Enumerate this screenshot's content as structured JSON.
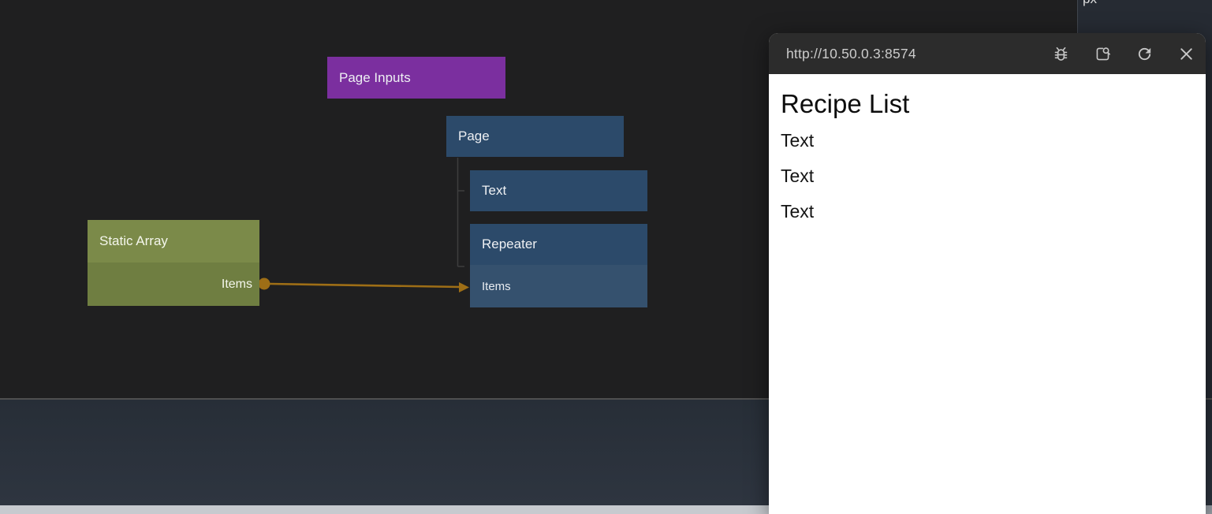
{
  "editor": {
    "nodes": {
      "page_inputs": {
        "label": "Page Inputs"
      },
      "page": {
        "label": "Page"
      },
      "text": {
        "label": "Text"
      },
      "repeater": {
        "label": "Repeater",
        "port_label": "Items"
      },
      "static_array": {
        "label": "Static Array",
        "port_label": "Items"
      }
    },
    "colors": {
      "canvas_bg": "#1f1f20",
      "purple_node": "#7b2f9f",
      "blue_node": "#2c4a6a",
      "blue_port_row": "#35516e",
      "olive_header": "#7b8a49",
      "olive_body": "#6f7e41",
      "wire": "#9e6e16",
      "tree_line": "#3e3e3e"
    }
  },
  "preview_window": {
    "url": "http://10.50.0.3:8574",
    "toolbar_icons": [
      "debug-bug",
      "inspect-page",
      "refresh",
      "close"
    ],
    "content": {
      "heading": "Recipe List",
      "items": [
        "Text",
        "Text",
        "Text"
      ]
    }
  },
  "right_panel": {
    "unit_label": "px"
  }
}
